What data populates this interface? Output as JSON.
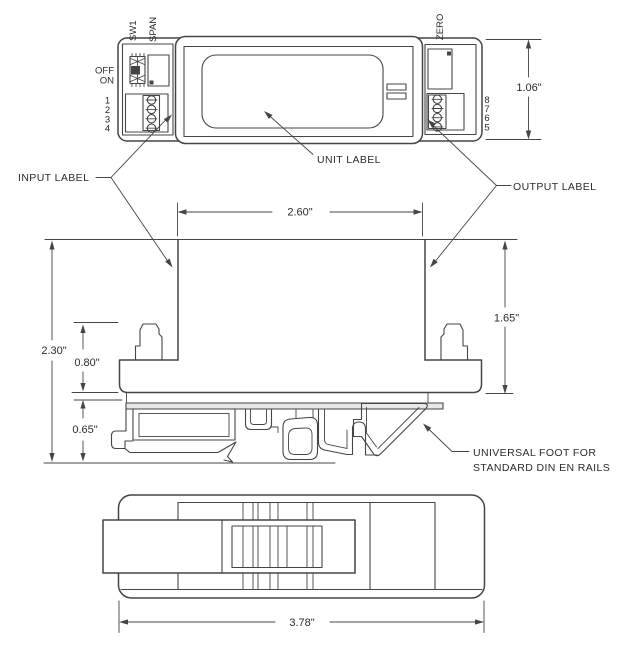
{
  "colors": {
    "line": "#454545",
    "text": "#2b2b2b",
    "background": "#ffffff",
    "plate_shade": "#e8e8e8"
  },
  "top_view": {
    "sw_label": "SW1",
    "span_label": "SPAN",
    "zero_label": "ZERO",
    "switch_off": "OFF",
    "switch_on": "ON",
    "input_terminals": [
      "1",
      "2",
      "3",
      "4"
    ],
    "output_terminals": [
      "8",
      "7",
      "6",
      "5"
    ],
    "height_dim": "1.06\""
  },
  "callouts": {
    "input": "INPUT LABEL",
    "unit": "UNIT LABEL",
    "output": "OUTPUT LABEL",
    "foot_note_line1": "UNIVERSAL FOOT FOR",
    "foot_note_line2": "STANDARD DIN EN RAILS"
  },
  "front_view": {
    "body_width_dim": "2.60\"",
    "overall_height_dim": "2.30\"",
    "upper_height_dim": "1.65\"",
    "latch_height_dim": "0.80\"",
    "rail_height_dim": "0.65\""
  },
  "bottom_view": {
    "overall_width_dim": "3.78\""
  }
}
